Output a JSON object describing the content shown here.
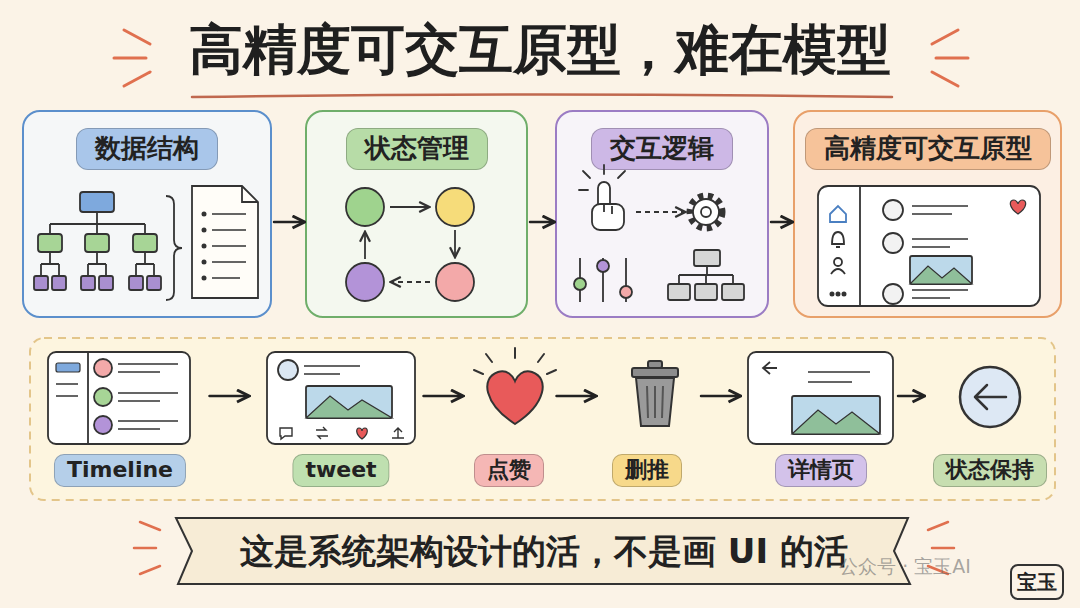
{
  "diagram": {
    "title": "高精度可交互原型，难在模型",
    "caption": "这是系统架构设计的活，不是画 UI 的活",
    "nodes": [
      {
        "text": [
          "数据结构"
        ]
      },
      {
        "text": [
          "状态管理"
        ]
      },
      {
        "text": [
          "交互逻辑"
        ]
      },
      {
        "text": [
          "高精度可交互原型"
        ]
      },
      {
        "text": [
          "Timeline"
        ]
      },
      {
        "text": [
          "tweet"
        ]
      },
      {
        "text": [
          "点赞"
        ]
      },
      {
        "text": [
          "删推"
        ]
      },
      {
        "text": [
          "详情页"
        ]
      },
      {
        "text": [
          "状态保持"
        ]
      },
      {
        "text": [
          "宝玉"
        ]
      }
    ],
    "edges": [
      {
        "from": 0,
        "to": 1,
        "arrow": "to"
      },
      {
        "from": 1,
        "to": 2,
        "arrow": "to"
      },
      {
        "from": 2,
        "to": 3,
        "arrow": "to"
      },
      {
        "from": 4,
        "to": 5,
        "arrow": "to"
      },
      {
        "from": 5,
        "to": 6,
        "arrow": "to"
      },
      {
        "from": 6,
        "to": 7,
        "arrow": "to"
      },
      {
        "from": 7,
        "to": 8,
        "arrow": "to"
      },
      {
        "from": 8,
        "to": 9,
        "arrow": "to"
      }
    ],
    "labels": [
      "公众号 · 宝玉AI"
    ]
  }
}
